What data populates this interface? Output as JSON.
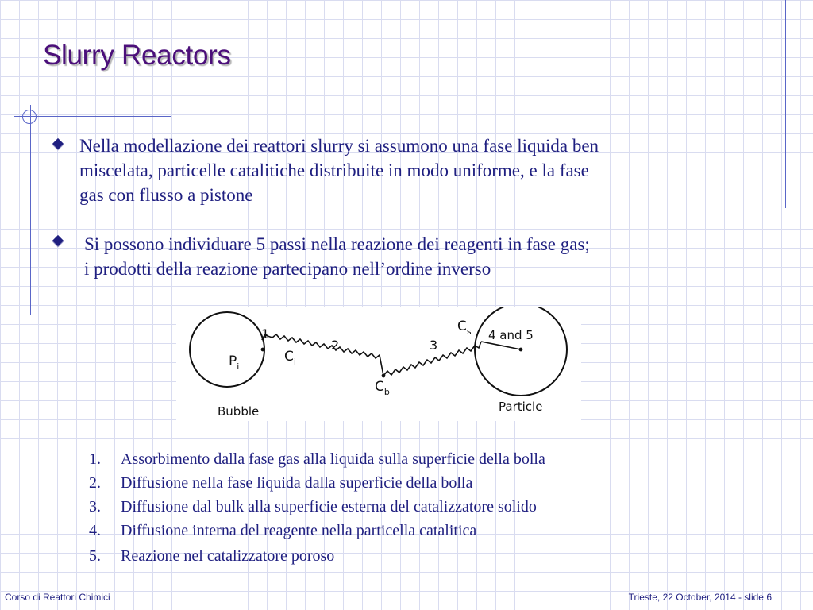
{
  "slide": {
    "title": "Slurry Reactors",
    "bullets": [
      {
        "line1": "Nella modellazione dei reattori slurry si assumono una fase liquida ben",
        "line2": "miscelata, particelle catalitiche distribuite in modo uniforme, e la fase",
        "line3": "gas con flusso a pistone"
      },
      {
        "line1": "Si possono individuare 5 passi nella reazione dei reagenti in fase gas;",
        "line2": "i prodotti della reazione partecipano nell’ordine inverso"
      }
    ],
    "steps": [
      {
        "num": "1.",
        "text": "Assorbimento dalla fase gas alla liquida sulla superficie della bolla"
      },
      {
        "num": "2.",
        "text": "Diffusione nella fase liquida dalla superficie della bolla"
      },
      {
        "num": "3.",
        "text": "Diffusione dal bulk alla superficie esterna del catalizzatore solido"
      },
      {
        "num": "4.",
        "text": "Diffusione interna del reagente nella particella catalitica"
      },
      {
        "num": "5.",
        "text": "Reazione nel catalizzatore poroso"
      }
    ]
  },
  "diagram": {
    "bubble_label": "Bubble",
    "particle_label": "Particle",
    "pi_label": "P",
    "pi_sub": "i",
    "ci_label": "C",
    "ci_sub": "i",
    "cb_label": "C",
    "cb_sub": "b",
    "cs_label": "C",
    "cs_sub": "s",
    "step1": "1",
    "step2": "2",
    "step3": "3",
    "step45": "4 and 5"
  },
  "footer": {
    "left": "Corso di Reattori Chimici",
    "right": "Trieste, 22 October, 2014 - slide 6"
  },
  "colors": {
    "title": "#4b0f7a",
    "text": "#1f1f80",
    "grid": "#d9dcf0",
    "accent_lines": "#5a66c8"
  }
}
